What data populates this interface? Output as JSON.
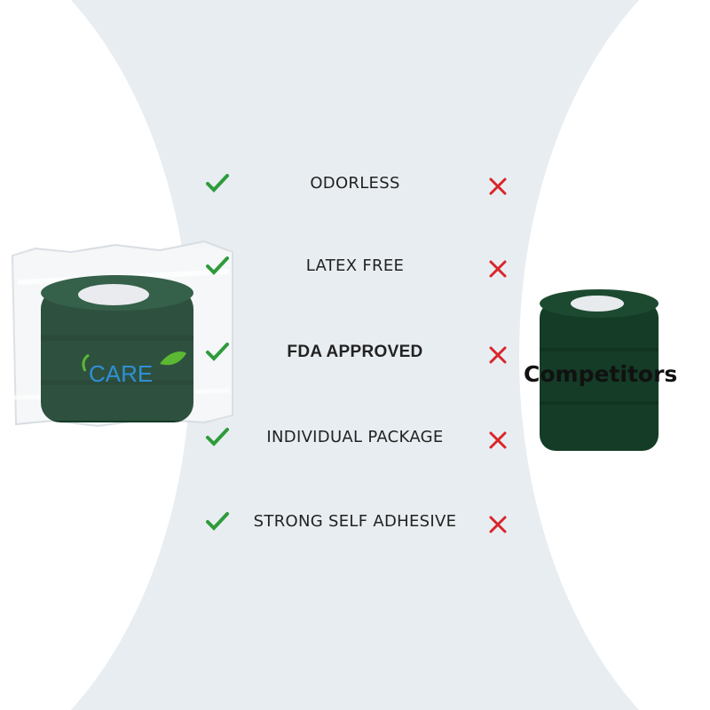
{
  "features": [
    {
      "label": "ODORLESS",
      "bold": false,
      "ours": "check",
      "competitor": "cross"
    },
    {
      "label": "LATEX FREE",
      "bold": false,
      "ours": "check",
      "competitor": "cross"
    },
    {
      "label": "FDA APPROVED",
      "bold": true,
      "ours": "check",
      "competitor": "cross"
    },
    {
      "label": "INDIVIDUAL PACKAGE",
      "bold": false,
      "ours": "check",
      "competitor": "cross"
    },
    {
      "label": "STRONG SELF ADHESIVE",
      "bold": false,
      "ours": "check",
      "competitor": "cross"
    }
  ],
  "brand": {
    "logo_text": "CARE"
  },
  "competitor": {
    "label": "Competitors"
  },
  "colors": {
    "background_band": "#e8edf1",
    "check": "#2e9b3a",
    "cross": "#d9252a",
    "bandage": "#0f3320",
    "logo_blue": "#2f8fd6",
    "logo_green": "#5bb832"
  }
}
